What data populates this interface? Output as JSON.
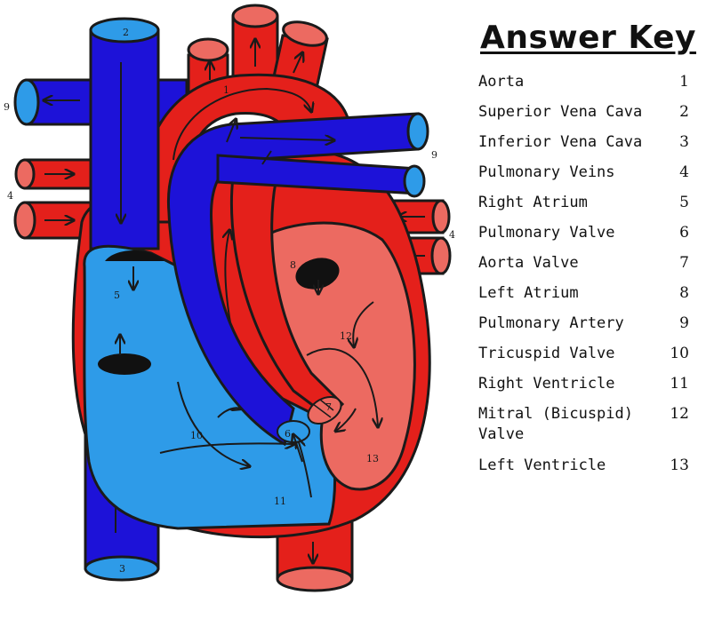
{
  "diagram": {
    "labels": {
      "n1": "1",
      "n2": "2",
      "n3": "3",
      "n4_left": "4",
      "n4_right": "4",
      "n5": "5",
      "n6": "6",
      "n7": "7",
      "n8": "8",
      "n9_left": "9",
      "n9_right": "9",
      "n10": "10",
      "n11": "11",
      "n12": "12",
      "n13": "13"
    },
    "colors": {
      "red": "#e4201b",
      "dark_red": "#c4160f",
      "pink": "#ec6a61",
      "blue": "#1d12d8",
      "light_blue": "#2e9be8",
      "outline": "#1a1a1a"
    }
  },
  "answer_key": {
    "title": "Answer Key",
    "items": [
      {
        "label": "Aorta",
        "num": "1"
      },
      {
        "label": "Superior Vena Cava",
        "num": "2"
      },
      {
        "label": "Inferior Vena Cava",
        "num": "3"
      },
      {
        "label": "Pulmonary Veins",
        "num": "4"
      },
      {
        "label": "Right Atrium",
        "num": "5"
      },
      {
        "label": "Pulmonary Valve",
        "num": "6"
      },
      {
        "label": "Aorta Valve",
        "num": "7"
      },
      {
        "label": "Left Atrium",
        "num": "8"
      },
      {
        "label": "Pulmonary Artery",
        "num": "9"
      },
      {
        "label": "Tricuspid Valve",
        "num": "10"
      },
      {
        "label": "Right Ventricle",
        "num": "11"
      },
      {
        "label": "Mitral (Bicuspid) Valve",
        "num": "12"
      },
      {
        "label": "Left Ventricle",
        "num": "13"
      }
    ]
  }
}
